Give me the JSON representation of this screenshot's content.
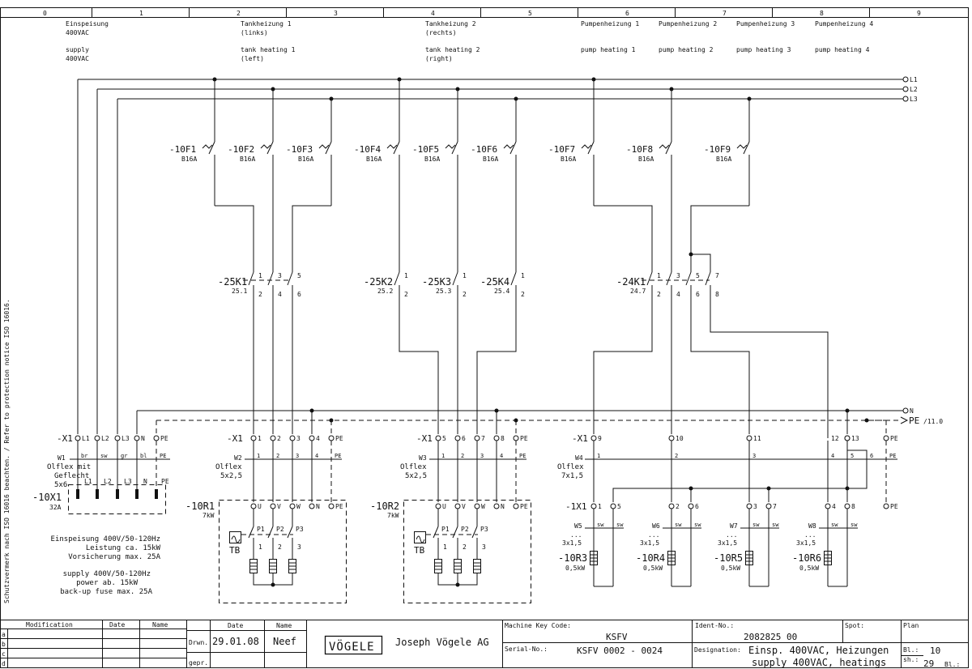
{
  "columns": [
    "0",
    "1",
    "2",
    "3",
    "4",
    "5",
    "6",
    "7",
    "8",
    "9"
  ],
  "headers": [
    {
      "de1": "Einspeisung",
      "de2": "400VAC",
      "en1": "supply",
      "en2": "400VAC"
    },
    {
      "de1": "Tankheizung 1",
      "de2": "(links)",
      "en1": "tank heating 1",
      "en2": "(left)"
    },
    {
      "de1": "Tankheizung 2",
      "de2": "(rechts)",
      "en1": "tank heating 2",
      "en2": "(right)"
    },
    {
      "de1": "Pumpenheizung 1",
      "en1": "pump heating 1"
    },
    {
      "de1": "Pumpenheizung 2",
      "en1": "pump heating 2"
    },
    {
      "de1": "Pumpenheizung 3",
      "en1": "pump heating 3"
    },
    {
      "de1": "Pumpenheizung 4",
      "en1": "pump heating 4"
    }
  ],
  "side_note": "Schutzvermerk nach ISO 16016 beachten. / Refer to protection notice ISO 16016.",
  "bus_labels": {
    "l1": "L1",
    "l2": "L2",
    "l3": "L3",
    "n": "N",
    "pe": "PE",
    "pe_ref": "/11.0"
  },
  "breakers": [
    {
      "id": "-10F1",
      "rating": "B16A"
    },
    {
      "id": "-10F2",
      "rating": "B16A"
    },
    {
      "id": "-10F3",
      "rating": "B16A"
    },
    {
      "id": "-10F4",
      "rating": "B16A"
    },
    {
      "id": "-10F5",
      "rating": "B16A"
    },
    {
      "id": "-10F6",
      "rating": "B16A"
    },
    {
      "id": "-10F7",
      "rating": "B16A"
    },
    {
      "id": "-10F8",
      "rating": "B16A"
    },
    {
      "id": "-10F9",
      "rating": "B16A"
    }
  ],
  "contactors": [
    {
      "id": "-25K1",
      "ref": "25.1"
    },
    {
      "id": "-25K2",
      "ref": "25.2"
    },
    {
      "id": "-25K3",
      "ref": "25.3"
    },
    {
      "id": "-25K4",
      "ref": "25.4"
    },
    {
      "id": "-24K1",
      "ref": "24.7"
    }
  ],
  "terminals": {
    "x1": "-X1",
    "x1b": "-1X1"
  },
  "cables": [
    {
      "id": "W1",
      "type1": "Olflex mit",
      "type2": "Geflecht",
      "size": "5x6"
    },
    {
      "id": "W2",
      "type1": "Olflex",
      "size": "5x2,5"
    },
    {
      "id": "W3",
      "type1": "Olflex",
      "size": "5x2,5"
    },
    {
      "id": "W4",
      "type1": "Olflex",
      "size": "7x1,5"
    },
    {
      "id": "W5",
      "size": "3x1,5"
    },
    {
      "id": "W6",
      "size": "3x1,5"
    },
    {
      "id": "W7",
      "size": "3x1,5"
    },
    {
      "id": "W8",
      "size": "3x1,5"
    }
  ],
  "wire_colors": [
    "br",
    "sw",
    "gr",
    "bl",
    "PE"
  ],
  "supply_plug": {
    "id": "-10X1",
    "rating": "32A",
    "pins": [
      "L1",
      "L2",
      "L3",
      "N",
      "PE"
    ]
  },
  "heaters": [
    {
      "id": "-10R1",
      "power": "7kW",
      "tb": "TB"
    },
    {
      "id": "-10R2",
      "power": "7kW",
      "tb": "TB"
    },
    {
      "id": "-10R3",
      "power": "0,5kW"
    },
    {
      "id": "-10R4",
      "power": "0,5kW"
    },
    {
      "id": "-10R5",
      "power": "0,5kW"
    },
    {
      "id": "-10R6",
      "power": "0,5kW"
    }
  ],
  "notes_de": [
    "Einspeisung 400V/50-120Hz",
    "Leistung ca. 15kW",
    "Vorsicherung max. 25A"
  ],
  "notes_en": [
    "supply 400V/50-120Hz",
    "power ab. 15kW",
    "back-up fuse max. 25A"
  ],
  "title_block": {
    "modification": "Modification",
    "date": "Date",
    "name": "Name",
    "row_letters": [
      "a",
      "b",
      "c",
      "d"
    ],
    "drwn_label": "Drwn.",
    "drwn_date": "29.01.08",
    "drwn_name": "Neef",
    "gepr_label": "gepr.",
    "logo": "VÖGELE",
    "company": "Joseph Vögele AG",
    "machine_key_label": "Machine Key Code:",
    "machine_key": "KSFV",
    "serial_label": "Serial-No.:",
    "serial": "KSFV 0002 - 0024",
    "ident_label": "Ident-No.:",
    "ident": "2082825 00",
    "spot_label": "Spot:",
    "plan_label": "Plan",
    "designation_label": "Designation:",
    "designation_de": "Einsp. 400VAC, Heizungen",
    "designation_en": "supply 400VAC, heatings",
    "sheet_label": "Bl.:",
    "sheet": "10",
    "sheets_label": "sh.:",
    "sheets": "29",
    "bl2": "Bl.:"
  }
}
